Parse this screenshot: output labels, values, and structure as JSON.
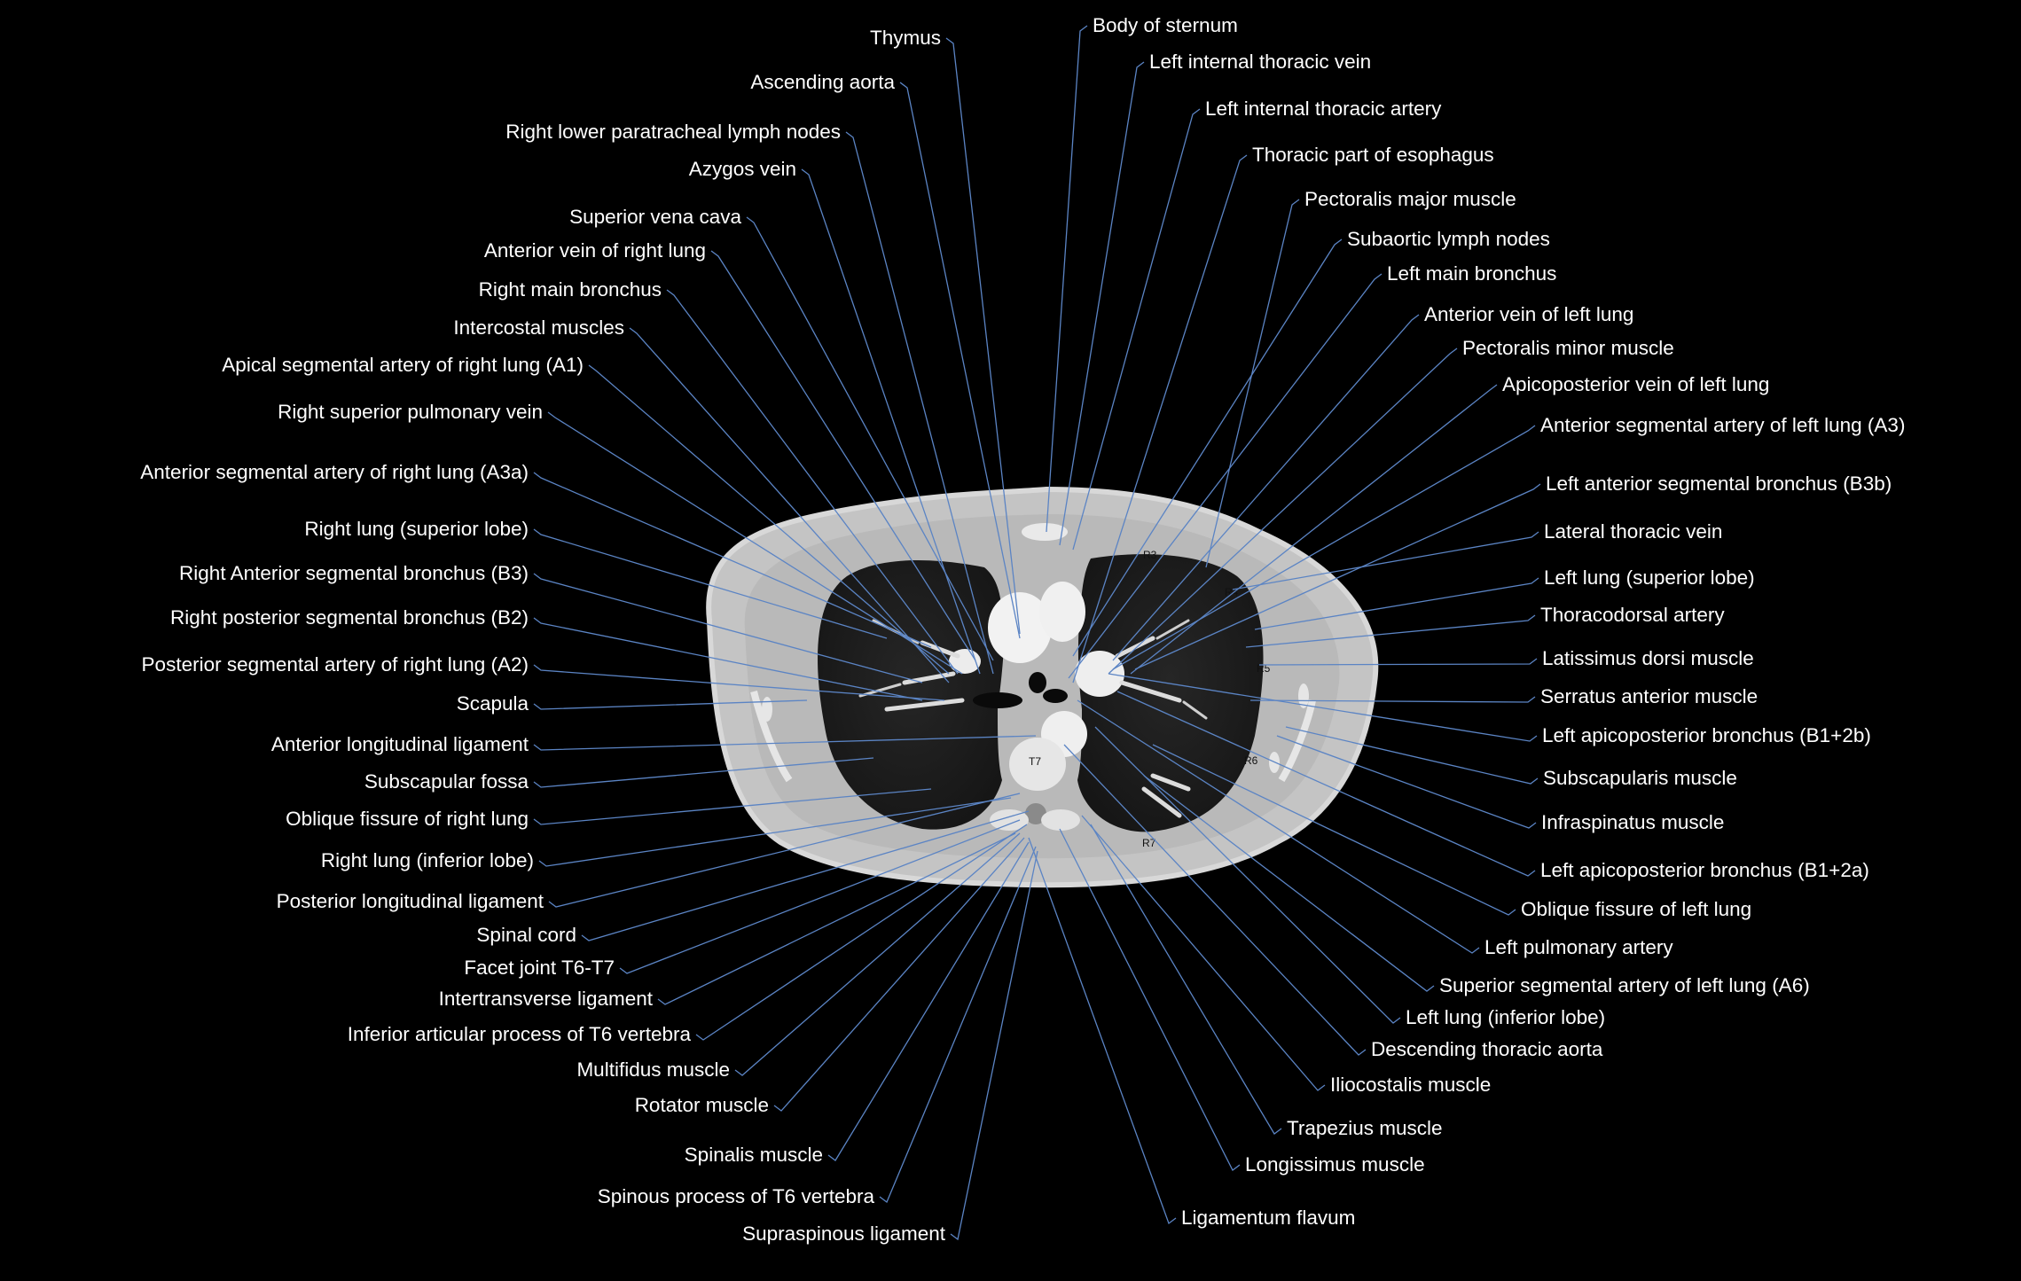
{
  "vertebra_label": "T7",
  "rib_labels": [
    "R3",
    "R4",
    "R5",
    "R6",
    "R7"
  ],
  "colors": {
    "background": "#000000",
    "leader_line": "#5b84c4",
    "label_text": "#ffffff",
    "lung": "#1d1d1d",
    "soft_tissue": "#c9c9c9"
  },
  "labels_left": [
    "Thymus",
    "Ascending aorta",
    "Right lower paratracheal lymph nodes",
    "Azygos vein",
    "Superior vena cava",
    "Anterior vein of right lung",
    "Right main bronchus",
    "Intercostal muscles",
    "Apical segmental artery of right lung (A1)",
    "Right superior pulmonary vein",
    "Anterior segmental artery of right lung (A3a)",
    "Right lung (superior lobe)",
    "Right Anterior segmental bronchus (B3)",
    "Right posterior segmental bronchus (B2)",
    "Posterior segmental artery of right lung (A2)",
    "Scapula",
    "Anterior longitudinal ligament",
    "Subscapular fossa",
    "Oblique fissure of right lung",
    "Right lung  (inferior lobe)",
    "Posterior longitudinal ligament",
    "Spinal cord",
    "Facet joint T6-T7",
    "Intertransverse ligament",
    "Inferior articular process of T6 vertebra",
    "Multifidus muscle",
    "Rotator muscle",
    "Spinalis muscle",
    "Spinous process of T6 vertebra",
    "Supraspinous ligament"
  ],
  "labels_right": [
    "Body of sternum",
    "Left internal thoracic vein",
    "Left internal thoracic artery",
    "Thoracic part of esophagus",
    "Pectoralis major muscle",
    "Subaortic lymph nodes",
    "Left main bronchus",
    "Anterior vein of left lung",
    "Pectoralis minor muscle",
    "Apicoposterior vein of left lung",
    "Anterior segmental artery of left lung (A3)",
    "Left anterior segmental bronchus (B3b)",
    "Lateral thoracic vein",
    "Left lung (superior lobe)",
    "Thoracodorsal artery",
    "Latissimus dorsi muscle",
    "Serratus anterior muscle",
    "Left apicoposterior bronchus (B1+2b)",
    "Subscapularis muscle",
    "Infraspinatus muscle",
    "Left apicoposterior bronchus (B1+2a)",
    "Oblique fissure of left lung",
    "Left pulmonary artery",
    "Superior segmental artery of left lung (A6)",
    "Left lung (inferior lobe)",
    "Descending thoracic aorta",
    "Iliocostalis muscle",
    "Trapezius muscle",
    "Longissimus muscle",
    "Ligamentum flavum"
  ]
}
